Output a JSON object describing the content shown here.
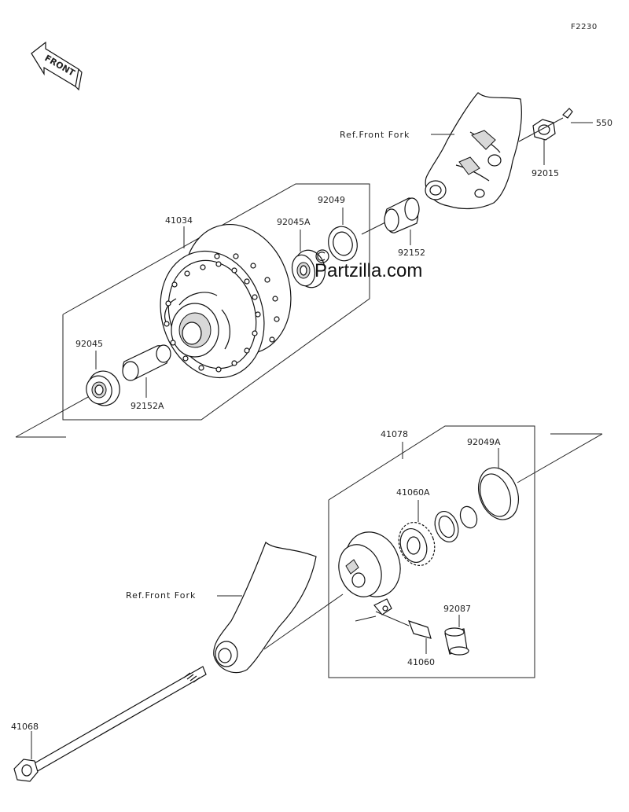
{
  "figure_id": "F2230",
  "direction_label": "FRONT",
  "watermark": "Partzilla.com",
  "references": {
    "front_fork_upper": "Ref.Front Fork",
    "front_fork_lower": "Ref.Front Fork"
  },
  "parts": {
    "p41034": "41034",
    "p92045": "92045",
    "p92152A": "92152A",
    "p92045A": "92045A",
    "p92049": "92049",
    "p92152": "92152",
    "p92015": "92015",
    "p550": "550",
    "p41078": "41078",
    "p92049A": "92049A",
    "p41060A": "41060A",
    "p92087": "92087",
    "p41060": "41060",
    "p41068": "41068"
  }
}
